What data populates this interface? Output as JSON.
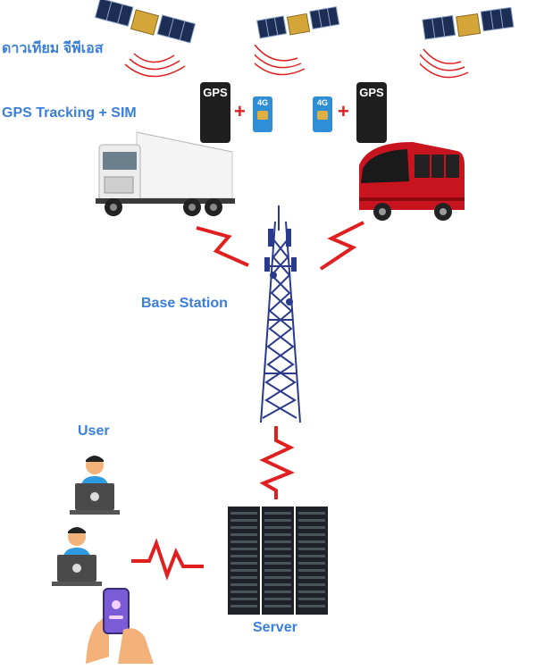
{
  "labels": {
    "satellite": "ดาวเทียม จีพีเอส",
    "gps_tracking": "GPS Tracking + SIM",
    "base_station": "Base Station",
    "user": "User",
    "server": "Server"
  },
  "devices": {
    "gps_text": "GPS",
    "sim_text": "4G",
    "plus": "+"
  },
  "colors": {
    "label_blue": "#3b7fd9",
    "signal_red": "#e02020",
    "tower_blue": "#2a3a8c",
    "bus_red": "#c8141e",
    "server_dark": "#1e2228"
  }
}
